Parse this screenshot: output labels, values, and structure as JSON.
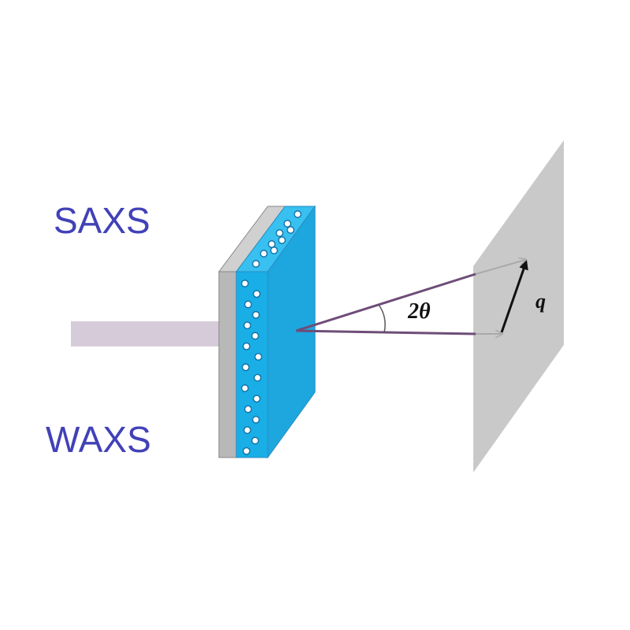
{
  "labels": {
    "top": "SAXS",
    "bottom": "WAXS",
    "angle": "2θ",
    "vector": "q"
  },
  "colors": {
    "text_blue": "#4141b8",
    "beam": "#d6ccd9",
    "sample_blue": "#19aee6",
    "sample_top": "#37c0f0",
    "substrate": "#b8b8b8",
    "substrate_top": "#d0d0d0",
    "detector": "#c9c9c9",
    "scatter_line": "#6e4d78",
    "projected_arrow": "#a9a9a9",
    "q_arrow": "#111111",
    "particle_fill": "#ffffff",
    "particle_stroke": "#0b6aa0"
  }
}
